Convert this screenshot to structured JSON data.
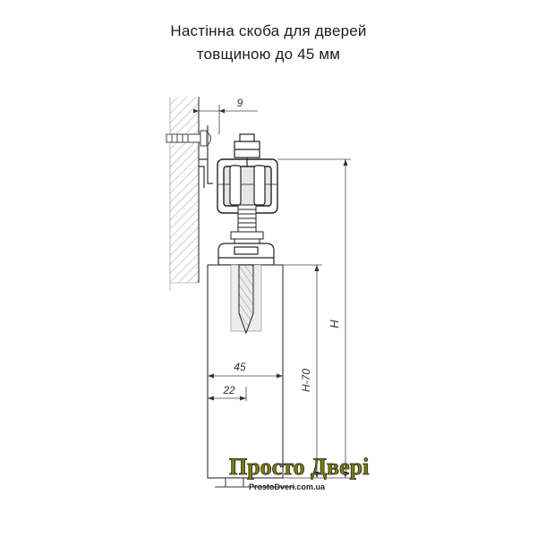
{
  "title": {
    "line1": "Настінна скоба для дверей",
    "line2": "товщиною до 45 мм"
  },
  "dimensions": {
    "bracket_offset": "9",
    "door_thickness": "45",
    "screw_offset": "22",
    "total_height": "H",
    "door_height": "H-70"
  },
  "logo": {
    "part1": "Просто ",
    "part2": "Двері",
    "url": "ProstoDveri.com.ua",
    "colors": {
      "main": "#7a7c12",
      "accent": "#2a2a1a"
    }
  }
}
